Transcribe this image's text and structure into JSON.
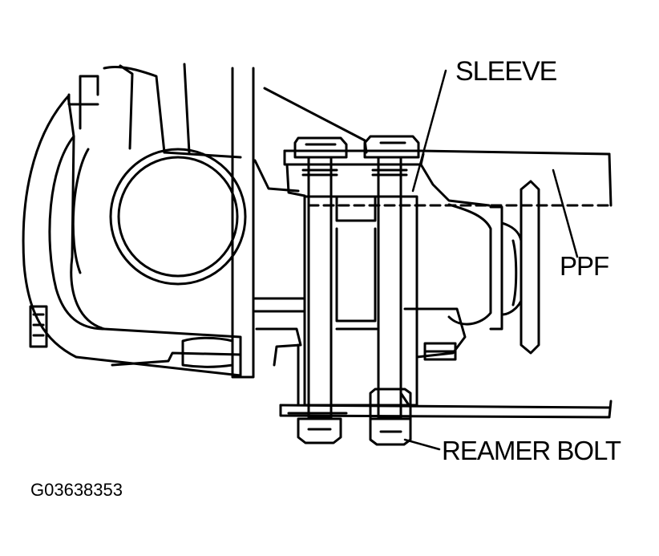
{
  "labels": {
    "sleeve": "SLEEVE",
    "ppf": "PPF",
    "reamer_bolt": "REAMER BOLT"
  },
  "figure_code": "G03638353",
  "colors": {
    "ink": "#000000",
    "paper": "#ffffff"
  }
}
